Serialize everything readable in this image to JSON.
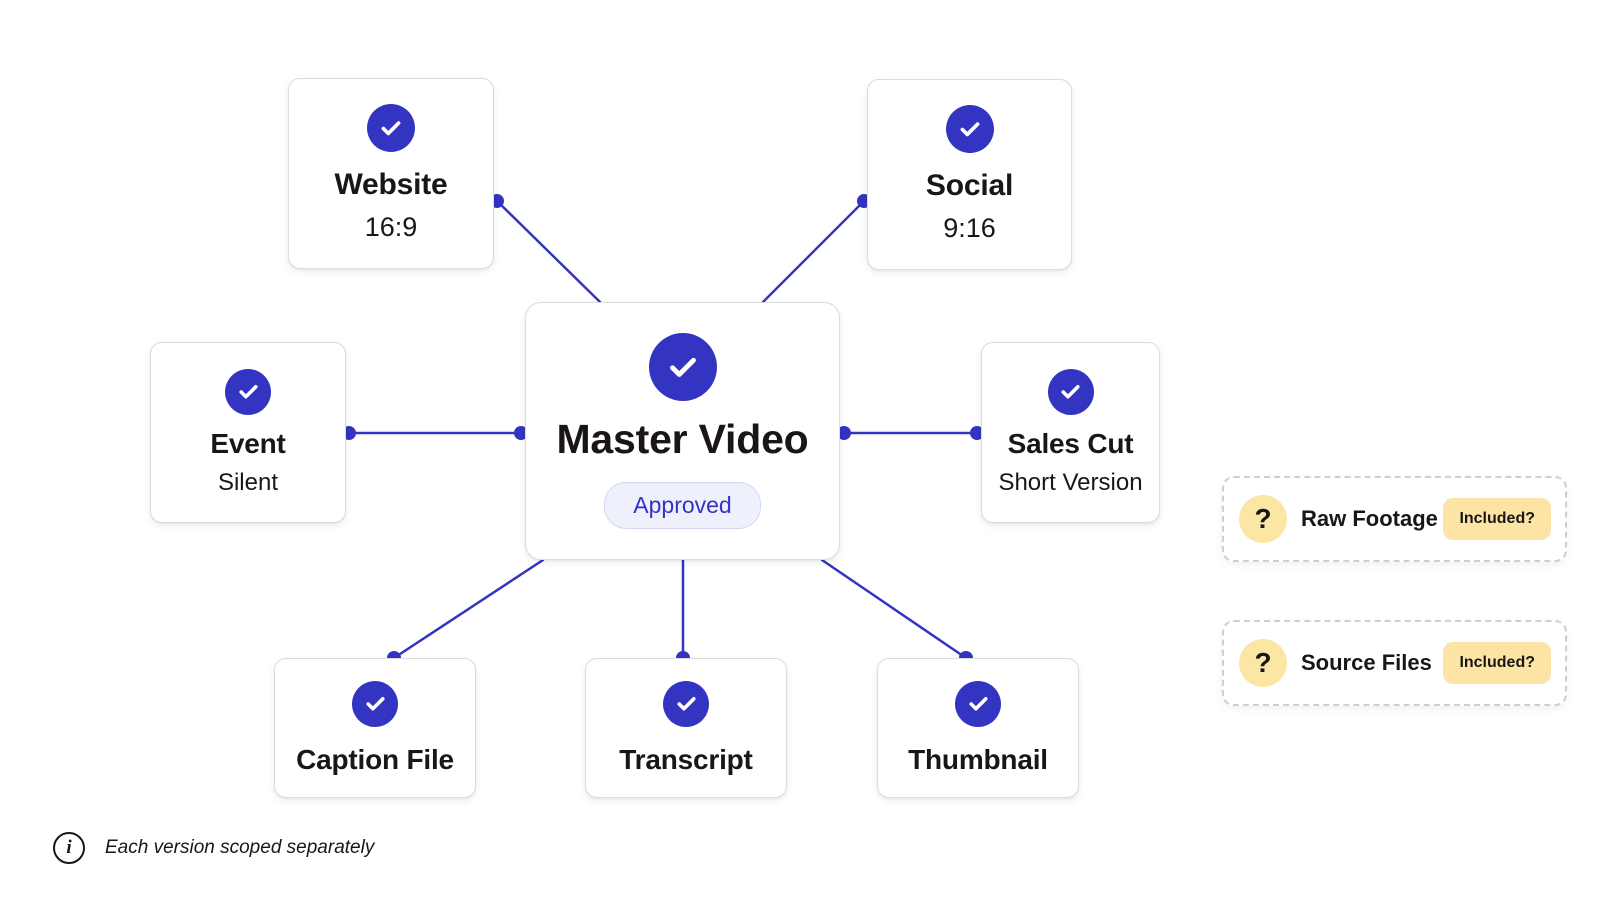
{
  "colors": {
    "accent": "#3434c2",
    "check_bg": "#3434c2",
    "connector": "#3434c2",
    "pill_bg": "#eef0fc",
    "question_bg": "#fce6a4",
    "badge_bg": "#fbe4a6",
    "text": "#1a1616",
    "card_border": "#dcdcdc"
  },
  "master": {
    "title": "Master Video",
    "status": "Approved",
    "icon": "check-circle-icon"
  },
  "outputs": {
    "website": {
      "title": "Website",
      "subtitle": "16:9"
    },
    "social": {
      "title": "Social",
      "subtitle": "9:16"
    },
    "event": {
      "title": "Event",
      "subtitle": "Silent"
    },
    "sales_cut": {
      "title": "Sales Cut",
      "subtitle": "Short Version"
    },
    "caption_file": {
      "title": "Caption File"
    },
    "transcript": {
      "title": "Transcript"
    },
    "thumbnail": {
      "title": "Thumbnail"
    }
  },
  "optional_items": [
    {
      "label": "Raw Footage",
      "badge": "Included?",
      "icon": "question-icon"
    },
    {
      "label": "Source Files",
      "badge": "Included?",
      "icon": "question-icon"
    }
  ],
  "footnote": {
    "icon": "info-icon",
    "text": "Each version scoped separately"
  }
}
